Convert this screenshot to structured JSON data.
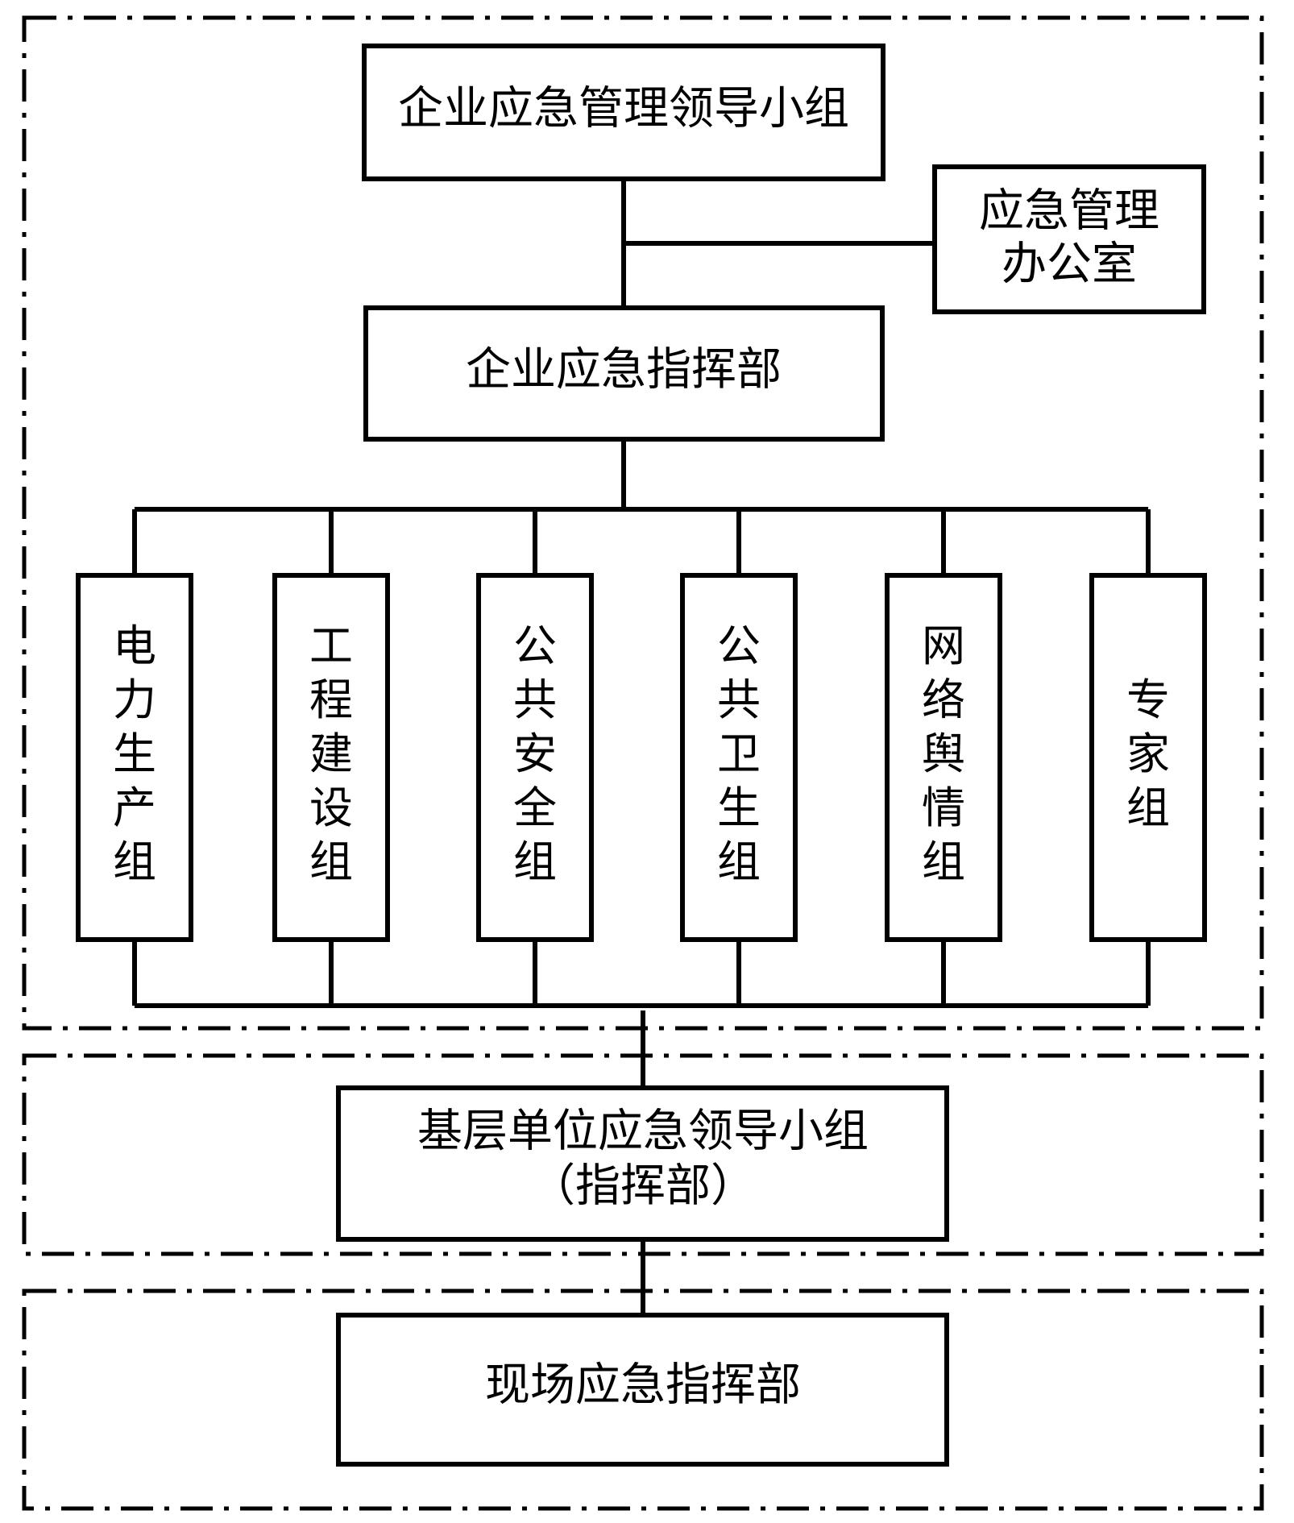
{
  "colors": {
    "line": "#000000",
    "background": "#ffffff"
  },
  "top_level": {
    "leadership_group": "企业应急管理领导小组",
    "office": [
      "应急管理",
      "办公室"
    ],
    "headquarters": "企业应急指挥部"
  },
  "groups": [
    {
      "id": "power",
      "label": "电力生产组"
    },
    {
      "id": "engineering",
      "label": "工程建设组"
    },
    {
      "id": "public-safety",
      "label": "公共安全组"
    },
    {
      "id": "public-health",
      "label": "公共卫生组"
    },
    {
      "id": "public-opinion",
      "label": "网络舆情组"
    },
    {
      "id": "experts",
      "label": "专家组"
    }
  ],
  "grassroots": {
    "lines": [
      "基层单位应急领导小组",
      "（指挥部）"
    ]
  },
  "onsite": {
    "label": "现场应急指挥部"
  }
}
